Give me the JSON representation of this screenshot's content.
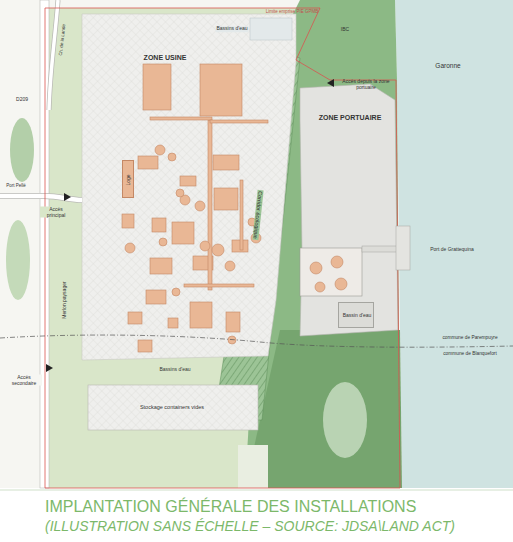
{
  "diagram": {
    "title": "IMPLANTATION GÉNÉRALE DES INSTALLATIONS",
    "caption": "(ILLUSTRATION SANS ÉCHELLE – SOURCE: JDSA\\LAND ACT)",
    "nodes": [
      {
        "text": [
          "ZONE USINE"
        ]
      },
      {
        "text": [
          "ZONE PORTUAIRE"
        ]
      },
      {
        "text": [
          "Loge"
        ],
        "in": 0
      },
      {
        "text": [
          "Bassin d'eau"
        ],
        "in": 1
      }
    ],
    "labels": [
      "Limite emprise PIE GPMB",
      "Bassins d'eau",
      "IBC",
      "Garonne",
      "Accès depuis la zone portuaire",
      "Ch. de la Lande",
      "D209",
      "Port Pellé",
      "Accès principal",
      "Merlon paysager",
      "Corridor écologique",
      "Port de Grattequina",
      "commune de Parempuyre",
      "commune de Blanquefort",
      "Accès secondaire",
      "Bassins d'eau",
      "Stockage containers vides"
    ]
  }
}
